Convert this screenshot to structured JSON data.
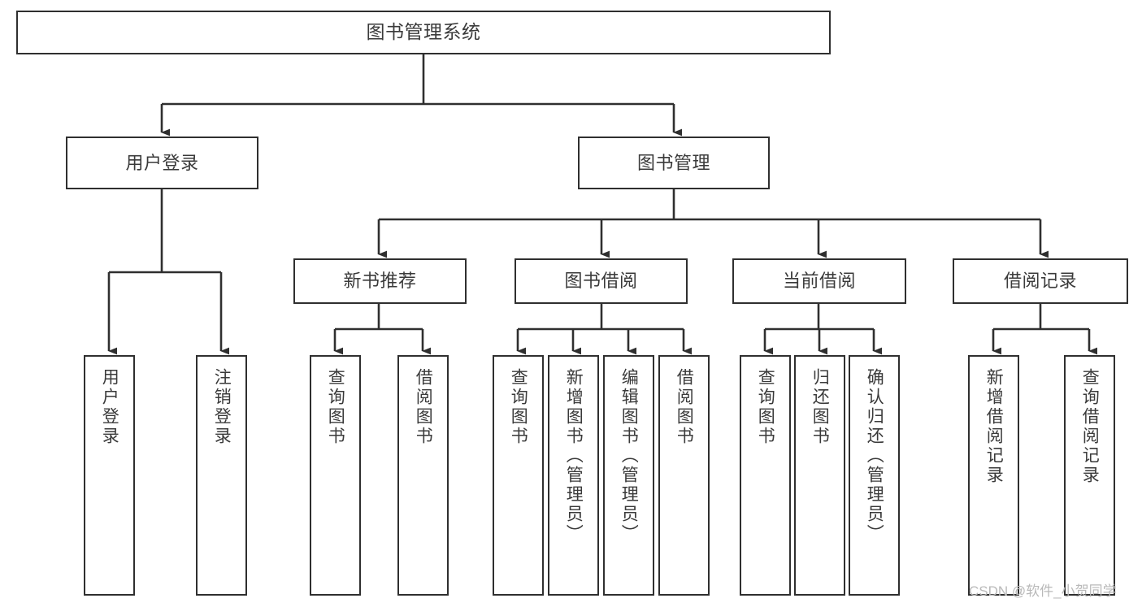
{
  "diagram": {
    "title": "图书管理系统",
    "type": "hierarchy-tree",
    "stroke_color": "#2f2f2f",
    "text_color": "#3a3a3a",
    "background_color": "#ffffff",
    "nodes": {
      "root": {
        "label": "图书管理系统"
      },
      "level2": [
        {
          "label": "用户登录"
        },
        {
          "label": "图书管理"
        }
      ],
      "level3": [
        {
          "label": "新书推荐"
        },
        {
          "label": "图书借阅"
        },
        {
          "label": "当前借阅"
        },
        {
          "label": "借阅记录"
        }
      ],
      "leaves": {
        "user_login": [
          {
            "label": "用户登录"
          },
          {
            "label": "注销登录"
          }
        ],
        "new_book_recommend": [
          {
            "label": "查询图书"
          },
          {
            "label": "借阅图书"
          }
        ],
        "book_borrow": [
          {
            "label": "查询图书"
          },
          {
            "label": "新增图书（管理员）"
          },
          {
            "label": "编辑图书（管理员）"
          },
          {
            "label": "借阅图书"
          }
        ],
        "current_borrow": [
          {
            "label": "查询图书"
          },
          {
            "label": "归还图书"
          },
          {
            "label": "确认归还（管理员）"
          }
        ],
        "borrow_record": [
          {
            "label": "新增借阅记录"
          },
          {
            "label": "查询借阅记录"
          }
        ]
      }
    }
  },
  "watermark": {
    "text": "CSDN @软件_小贺同学"
  }
}
